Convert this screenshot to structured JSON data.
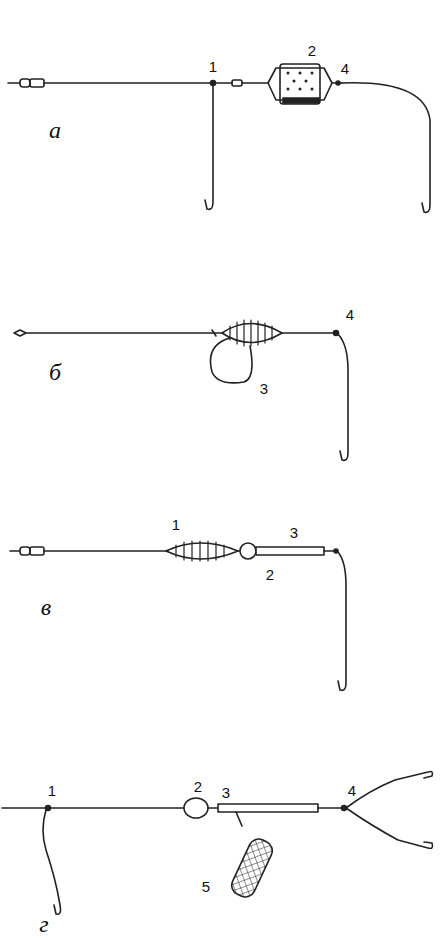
{
  "diagram": {
    "labels": [
      "1",
      "2",
      "4",
      "а",
      "4",
      "б",
      "3",
      "1",
      "3",
      "2",
      "в",
      "1",
      "2",
      "3",
      "4",
      "5",
      "г"
    ]
  }
}
